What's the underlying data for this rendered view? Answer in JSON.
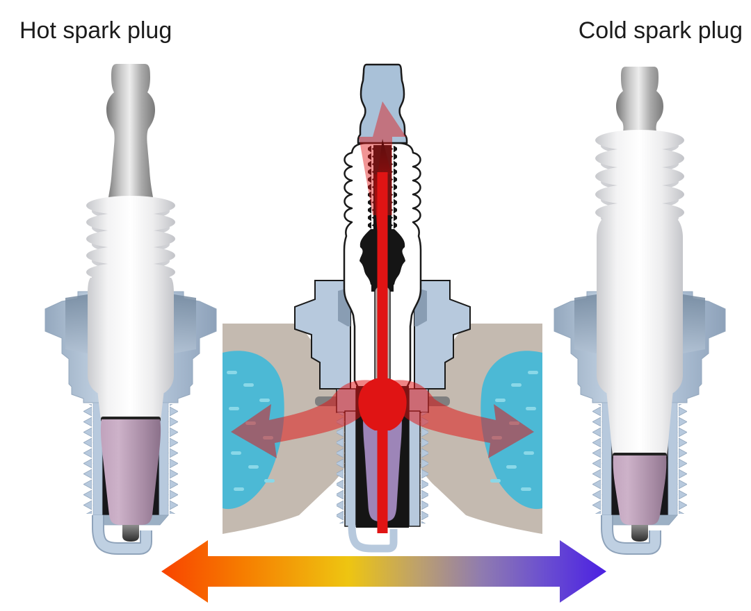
{
  "titles": {
    "hot": "Hot spark plug",
    "cold": "Cold spark plug"
  },
  "colors": {
    "background": "#ffffff",
    "title_text": "#1b1b1b",
    "heat_red": "#e01414",
    "heat_red_dark": "#5a0d0d",
    "shell_blue": "#b7c9dd",
    "shell_blue_dark": "#8fa3ba",
    "engine_tan": "#c4bab0",
    "coolant_cyan": "#4cb9d5",
    "coolant_dash": "#8ad8e8",
    "insulator_white": "#ffffff",
    "insulator_mauve": "#b596b1",
    "nose_purple": "#9d85b8",
    "terminal_gray": "#9b9b9b",
    "gasket_gray": "#7f7f7f",
    "outline": "#1a1a1a",
    "stud_black": "#151515",
    "grad_hot": "#f84300",
    "grad_orange": "#f67c00",
    "grad_yellow": "#eec511",
    "grad_neutral": "#bca06e",
    "grad_violet": "#8f7bb0",
    "grad_indigo": "#6b4fd0",
    "grad_cold": "#4b20e2"
  },
  "parts": [
    "terminal-nut",
    "ribbed-insulator",
    "ceramic-body",
    "metal-hex-shell",
    "threaded-shell",
    "insulator-nose",
    "center-electrode",
    "ground-electrode",
    "cylinder-head",
    "coolant-passage",
    "heat-flow-arrow",
    "heat-range-gradient-arrow"
  ]
}
